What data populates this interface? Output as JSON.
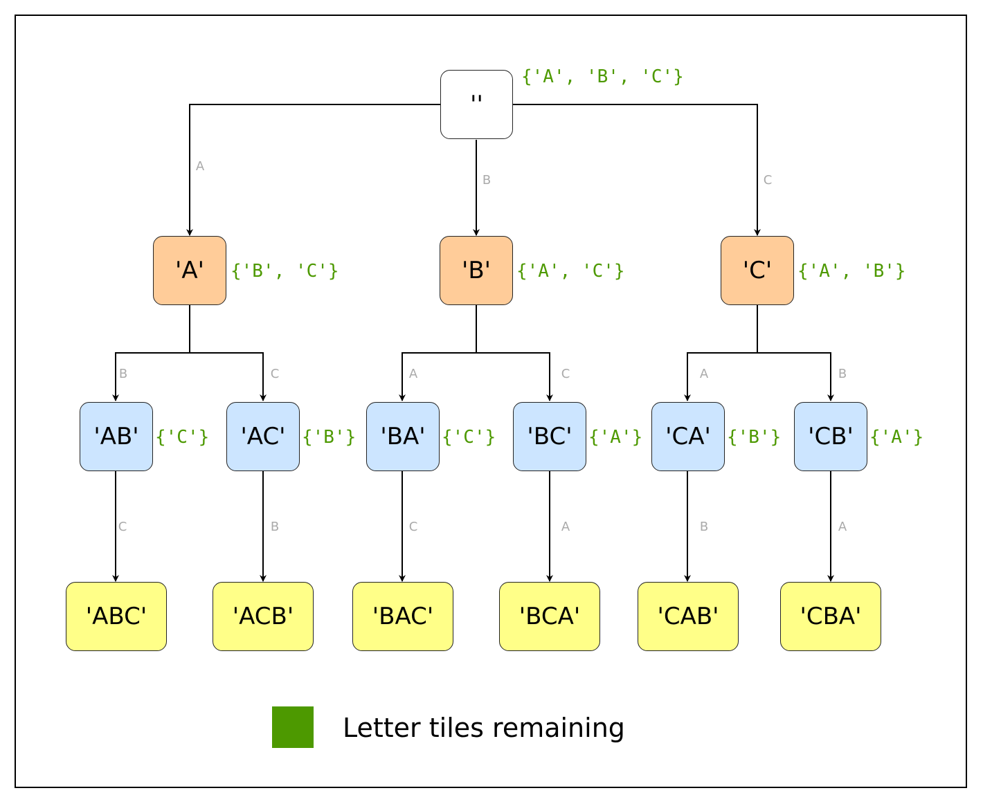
{
  "nodes": {
    "root": {
      "label": "''",
      "remaining": "{'A', 'B', 'C'}"
    },
    "a": {
      "label": "'A'",
      "remaining": "{'B', 'C'}"
    },
    "b": {
      "label": "'B'",
      "remaining": "{'A', 'C'}"
    },
    "c": {
      "label": "'C'",
      "remaining": "{'A', 'B'}"
    },
    "ab": {
      "label": "'AB'",
      "remaining": "{'C'}"
    },
    "ac": {
      "label": "'AC'",
      "remaining": "{'B'}"
    },
    "ba": {
      "label": "'BA'",
      "remaining": "{'C'}"
    },
    "bc": {
      "label": "'BC'",
      "remaining": "{'A'}"
    },
    "ca": {
      "label": "'CA'",
      "remaining": "{'B'}"
    },
    "cb": {
      "label": "'CB'",
      "remaining": "{'A'}"
    },
    "abc": {
      "label": "'ABC'"
    },
    "acb": {
      "label": "'ACB'"
    },
    "bac": {
      "label": "'BAC'"
    },
    "bca": {
      "label": "'BCA'"
    },
    "cab": {
      "label": "'CAB'"
    },
    "cba": {
      "label": "'CBA'"
    }
  },
  "edges": {
    "root_a": "A",
    "root_b": "B",
    "root_c": "C",
    "a_ab": "B",
    "a_ac": "C",
    "b_ba": "A",
    "b_bc": "C",
    "c_ca": "A",
    "c_cb": "B",
    "ab_abc": "C",
    "ac_acb": "B",
    "ba_bac": "C",
    "bc_bca": "A",
    "ca_cab": "B",
    "cb_cba": "A"
  },
  "legend": {
    "label": "Letter tiles remaining",
    "color": "#4d9900"
  },
  "colors": {
    "root": "#ffffff",
    "level1": "#ffcc99",
    "level2": "#cce5ff",
    "level3": "#ffff88",
    "edge_label": "#aaaaaa"
  }
}
